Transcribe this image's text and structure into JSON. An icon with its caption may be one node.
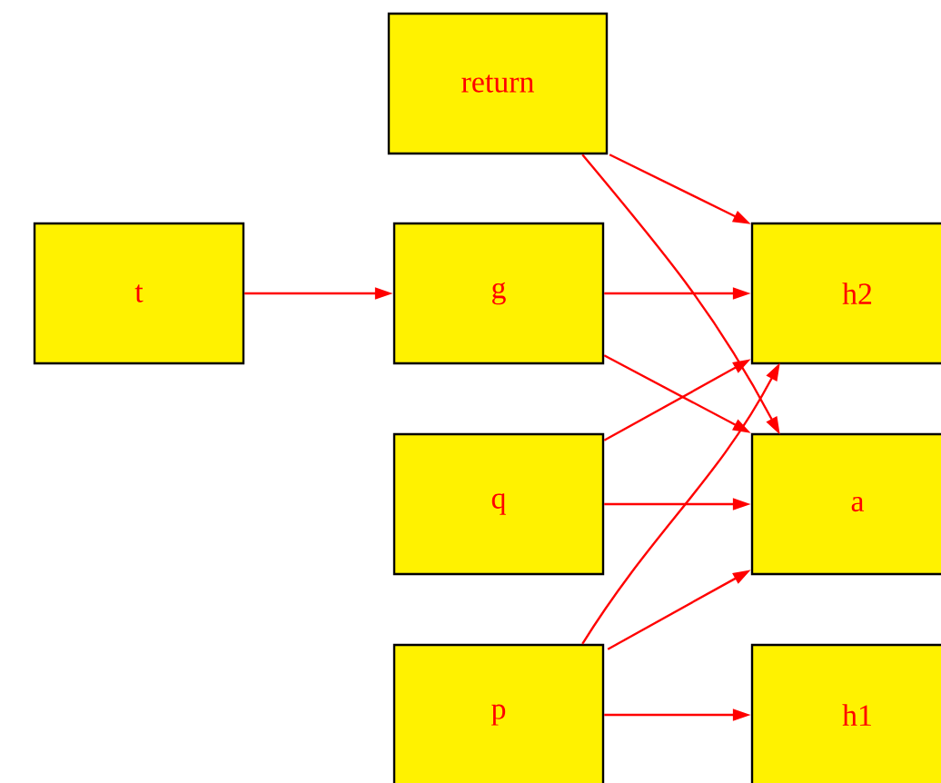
{
  "diagram": {
    "nodes": [
      {
        "text": [
          "return"
        ]
      },
      {
        "text": [
          "t"
        ]
      },
      {
        "text": [
          "g"
        ]
      },
      {
        "text": [
          "q"
        ]
      },
      {
        "text": [
          "p"
        ]
      },
      {
        "text": [
          "h2"
        ]
      },
      {
        "text": [
          "a"
        ]
      },
      {
        "text": [
          "h1"
        ]
      }
    ],
    "edges": [
      {
        "from": 1,
        "to": 2,
        "arrow": "to"
      },
      {
        "from": 0,
        "to": 5,
        "arrow": "to"
      },
      {
        "from": 0,
        "to": 6,
        "arrow": "to"
      },
      {
        "from": 2,
        "to": 5,
        "arrow": "to"
      },
      {
        "from": 2,
        "to": 6,
        "arrow": "to"
      },
      {
        "from": 3,
        "to": 5,
        "arrow": "to"
      },
      {
        "from": 3,
        "to": 6,
        "arrow": "to"
      },
      {
        "from": 4,
        "to": 5,
        "arrow": "to"
      },
      {
        "from": 4,
        "to": 6,
        "arrow": "to"
      },
      {
        "from": 4,
        "to": 7,
        "arrow": "to"
      }
    ]
  }
}
